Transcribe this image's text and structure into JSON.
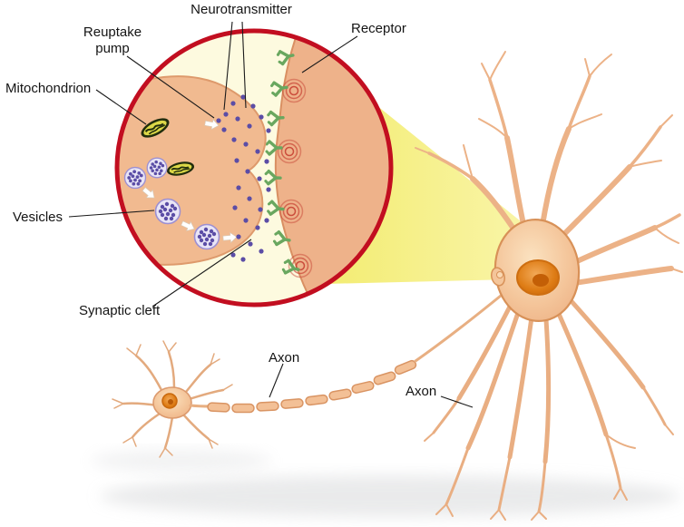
{
  "title": "Neuron and synapse anatomy diagram",
  "labels": {
    "neurotransmitter": "Neurotransmitter",
    "reuptake_pump": "Reuptake pump",
    "mitochondrion": "Mitochondrion",
    "vesicles": "Vesicles",
    "synaptic_cleft": "Synaptic cleft",
    "receptor": "Receptor",
    "axon_myelinated": "Axon",
    "axon_large_neuron": "Axon"
  },
  "colors": {
    "background": "#FFFFFF",
    "lens_border_red": "#C20E20",
    "lens_fill_cream": "#FDFADF",
    "beam_yellow": "#F5EE7B",
    "cell_body_peach": "#F2BD94",
    "cell_outline": "#D99463",
    "nucleus_orange": "#DE7C15",
    "vesicle_fill": "#E9E5F6",
    "neurotransmitter_dot_purple": "#5B4DA6",
    "receptor_green": "#69A75F",
    "ripple_red": "#C43B2E",
    "mitochondrion_dark": "#222E0D",
    "mitochondrion_inner_yellow": "#DCD847",
    "label_text": "#141414"
  },
  "structures": [
    "presynaptic axon terminal",
    "synaptic vesicles with neurotransmitter",
    "mitochondria",
    "reuptake pump",
    "synaptic cleft",
    "postsynaptic membrane with receptors",
    "myelinated axon",
    "small neuron",
    "large neuron with dendrites and nucleus"
  ]
}
